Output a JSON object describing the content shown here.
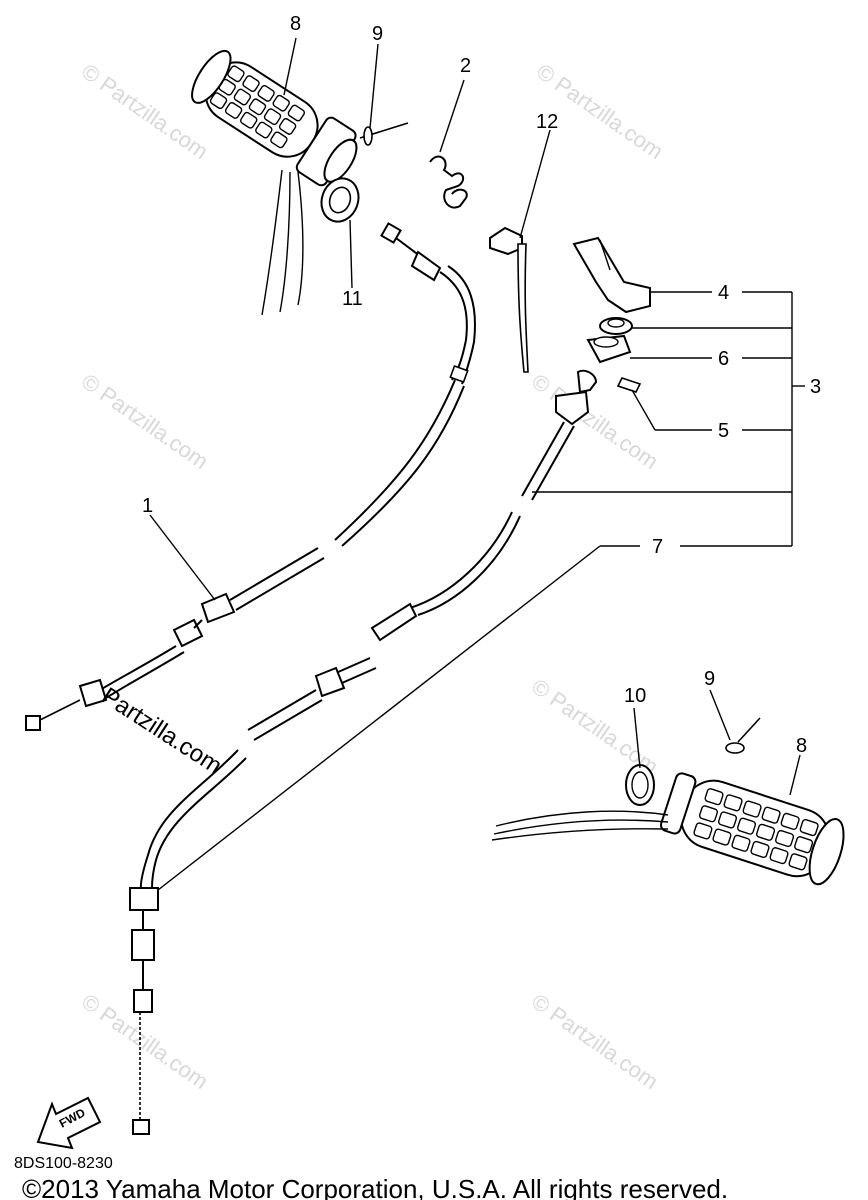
{
  "callouts": {
    "c1": "1",
    "c2": "2",
    "c3": "3",
    "c4": "4",
    "c5": "5",
    "c6": "6",
    "c7": "7",
    "c8a": "8",
    "c8b": "8",
    "c9a": "9",
    "c9b": "9",
    "c10": "10",
    "c11": "11",
    "c12": "12"
  },
  "watermarks": {
    "site": "Partzilla.com",
    "small": "© Partzilla.com"
  },
  "fwd_label": "FWD",
  "diagram_code": "8DS100-8230",
  "copyright": "©2013  Yamaha Motor Corporation, U.S.A. All rights reserved."
}
